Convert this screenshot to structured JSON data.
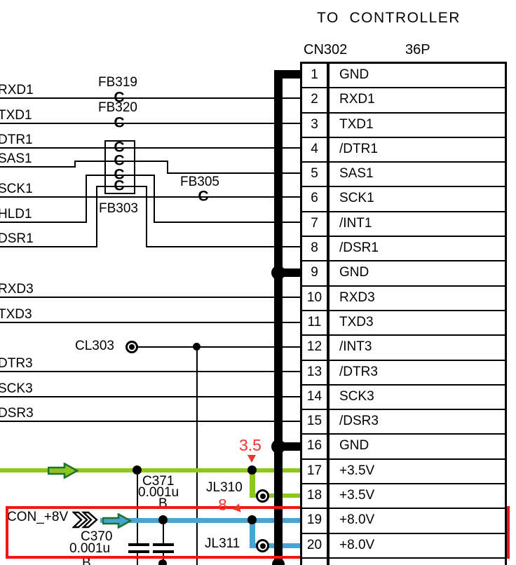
{
  "header": {
    "title": "TO  CONTROLLER",
    "connector": "CN302",
    "pin_count": "36P"
  },
  "table": {
    "pins": [
      {
        "num": "1",
        "name": "GND"
      },
      {
        "num": "2",
        "name": "RXD1"
      },
      {
        "num": "3",
        "name": "TXD1"
      },
      {
        "num": "4",
        "name": "/DTR1"
      },
      {
        "num": "5",
        "name": "SAS1"
      },
      {
        "num": "6",
        "name": "SCK1"
      },
      {
        "num": "7",
        "name": "/INT1"
      },
      {
        "num": "8",
        "name": "/DSR1"
      },
      {
        "num": "9",
        "name": "GND"
      },
      {
        "num": "10",
        "name": "RXD3"
      },
      {
        "num": "11",
        "name": "TXD3"
      },
      {
        "num": "12",
        "name": "/INT3"
      },
      {
        "num": "13",
        "name": "/DTR3"
      },
      {
        "num": "14",
        "name": "SCK3"
      },
      {
        "num": "15",
        "name": "/DSR3"
      },
      {
        "num": "16",
        "name": "GND"
      },
      {
        "num": "17",
        "name": "+3.5V"
      },
      {
        "num": "18",
        "name": "+3.5V"
      },
      {
        "num": "19",
        "name": "+8.0V"
      },
      {
        "num": "20",
        "name": "+8.0V"
      }
    ]
  },
  "signals": [
    "RXD1",
    "TXD1",
    "DTR1",
    "SAS1",
    "SCK1",
    "HLD1",
    "DSR1",
    "RXD3",
    "TXD3",
    "DTR3",
    "SCK3",
    "DSR3"
  ],
  "components": {
    "fb319": "FB319",
    "fb320": "FB320",
    "fb303": "FB303",
    "fb305": "FB305",
    "cl303": "CL303",
    "c371_ref": "C371",
    "c371_val": "0.001u",
    "c371_node": "B",
    "c370_ref": "C370",
    "c370_val": "0.001u",
    "c370_node": "B",
    "jl310": "JL310",
    "jl311": "JL311"
  },
  "nets": {
    "con_8v": "CON_+8V"
  },
  "annotations": {
    "v35": "3.5",
    "v8": "8"
  },
  "icons": {
    "ferrite_bead_glyph": "C"
  },
  "colors": {
    "wire_3_5v": "#8dc71e",
    "wire_8v": "#47a5d5",
    "annotation_red": "#ee352b",
    "highlight_box_red": "#f01616",
    "arrow_outline_green": "#1e7230"
  }
}
